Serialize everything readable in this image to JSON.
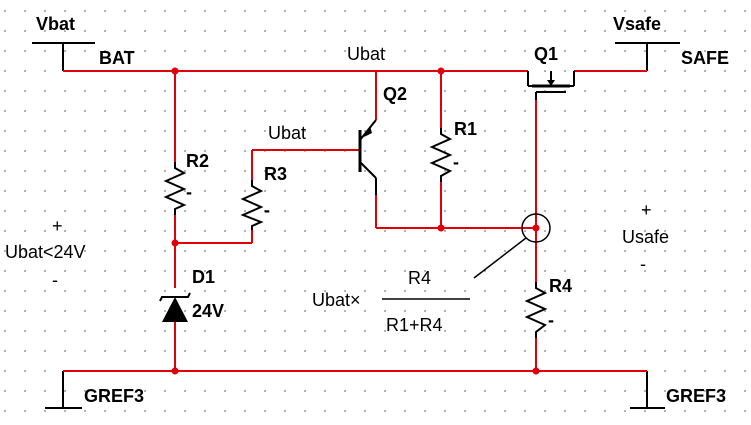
{
  "ports": {
    "vbat": "Vbat",
    "bat": "BAT",
    "vsafe": "Vsafe",
    "safe": "SAFE",
    "gref_left": "GREF3",
    "gref_right": "GREF3"
  },
  "nets": {
    "ubat_top": "Ubat",
    "ubat_base": "Ubat"
  },
  "components": {
    "q1": "Q1",
    "q2": "Q2",
    "r1": "R1",
    "r2": "R2",
    "r3": "R3",
    "r4": "R4",
    "d1": "D1",
    "d1_value": "24V",
    "minus": "-"
  },
  "annotations": {
    "left_plus": "+",
    "left_label": "Ubat<24V",
    "left_minus": "-",
    "right_plus": "+",
    "right_label": "Usafe",
    "right_minus": "-",
    "formula_prefix": "Ubat×",
    "formula_numerator": "R4",
    "formula_denominator": "R1+R4"
  },
  "colors": {
    "wire": "#e0000a",
    "grid_dot": "#999999"
  }
}
